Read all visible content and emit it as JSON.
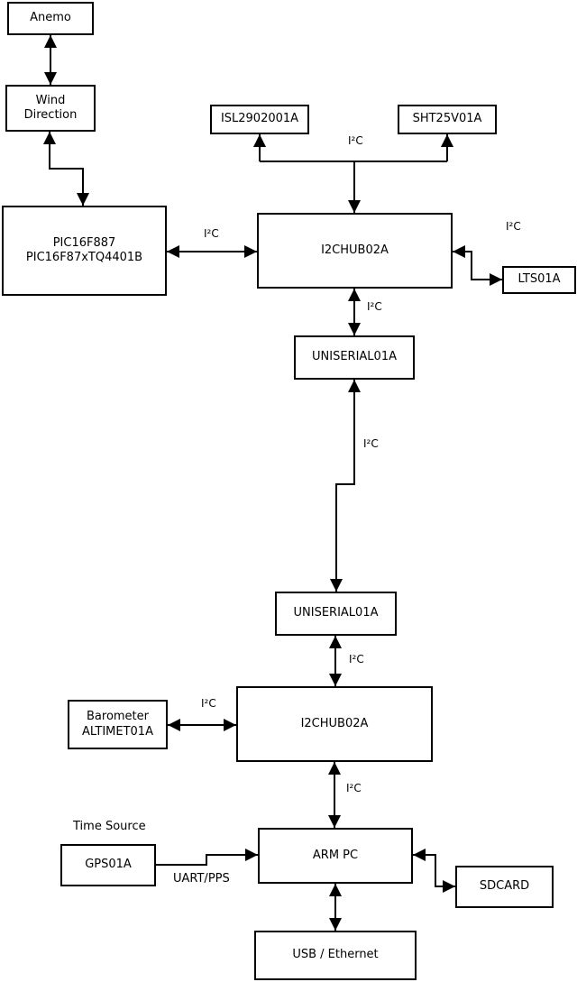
{
  "colors": {
    "line": "#000000",
    "background": "#ffffff",
    "box_fill": "#ffffff",
    "text": "#000000"
  },
  "boxes": {
    "anemo": {
      "label": "Anemo"
    },
    "wind_direction": {
      "line1": "Wind",
      "line2": "Direction"
    },
    "pic": {
      "line1": "PIC16F887",
      "line2": "PIC16F87xTQ4401B"
    },
    "isl": {
      "label": "ISL2902001A"
    },
    "sht": {
      "label": "SHT25V01A"
    },
    "hub_top": {
      "label": "I2CHUB02A"
    },
    "lts": {
      "label": "LTS01A"
    },
    "uniserial_top": {
      "label": "UNISERIAL01A"
    },
    "uniserial_bottom": {
      "label": "UNISERIAL01A"
    },
    "hub_bottom": {
      "label": "I2CHUB02A"
    },
    "barometer": {
      "line1": "Barometer",
      "line2": "ALTIMET01A"
    },
    "gps": {
      "label": "GPS01A"
    },
    "arm_pc": {
      "label": "ARM PC"
    },
    "sdcard": {
      "label": "SDCARD"
    },
    "usb_ethernet": {
      "label": "USB / Ethernet"
    }
  },
  "annotations": {
    "i2c": "I²C",
    "time_source": "Time Source",
    "uart_pps": "UART/PPS"
  },
  "edges": [
    {
      "from": "Anemo",
      "to": "Wind Direction",
      "label": "",
      "direction": "both"
    },
    {
      "from": "Wind Direction",
      "to": "PIC16F887 PIC16F87xTQ4401B",
      "label": "",
      "direction": "both"
    },
    {
      "from": "PIC16F887 PIC16F87xTQ4401B",
      "to": "I2CHUB02A (top)",
      "label": "I²C",
      "direction": "both"
    },
    {
      "from": "I2CHUB02A (top)",
      "to": "ISL2902001A",
      "label": "I²C",
      "direction": "up"
    },
    {
      "from": "I2CHUB02A (top)",
      "to": "SHT25V01A",
      "label": "I²C",
      "direction": "up"
    },
    {
      "from": "I2CHUB02A (top)",
      "to": "LTS01A",
      "label": "I²C",
      "direction": "both"
    },
    {
      "from": "I2CHUB02A (top)",
      "to": "UNISERIAL01A (top)",
      "label": "I²C",
      "direction": "both"
    },
    {
      "from": "UNISERIAL01A (top)",
      "to": "UNISERIAL01A (bottom)",
      "label": "I²C",
      "direction": "both"
    },
    {
      "from": "UNISERIAL01A (bottom)",
      "to": "I2CHUB02A (bottom)",
      "label": "I²C",
      "direction": "both"
    },
    {
      "from": "Barometer ALTIMET01A",
      "to": "I2CHUB02A (bottom)",
      "label": "I²C",
      "direction": "both"
    },
    {
      "from": "I2CHUB02A (bottom)",
      "to": "ARM PC",
      "label": "I²C",
      "direction": "both"
    },
    {
      "from": "GPS01A",
      "to": "ARM PC",
      "label": "UART/PPS",
      "direction": "to"
    },
    {
      "from": "ARM PC",
      "to": "SDCARD",
      "label": "",
      "direction": "both"
    },
    {
      "from": "ARM PC",
      "to": "USB / Ethernet",
      "label": "",
      "direction": "both"
    }
  ]
}
